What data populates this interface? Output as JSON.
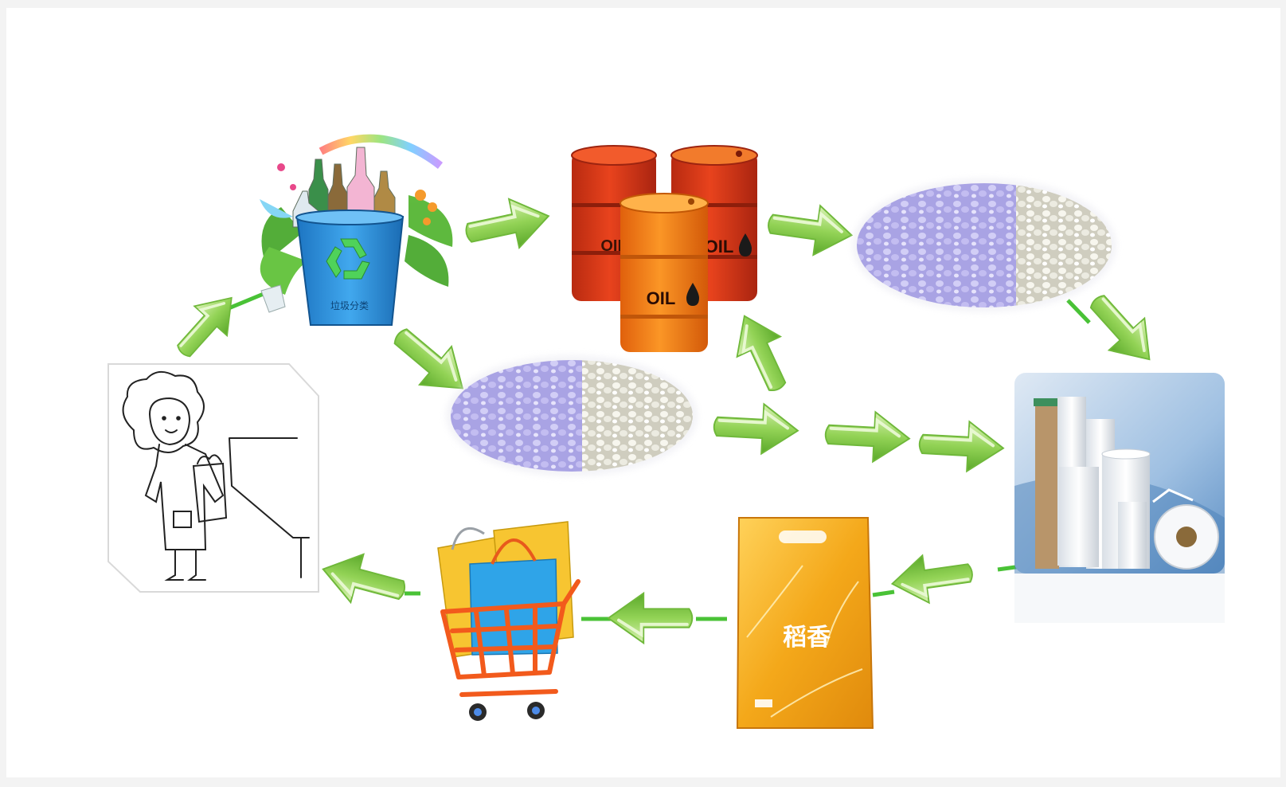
{
  "colors": {
    "background": "#ffffff",
    "page_border": "#f3f3f3",
    "arrow_light": "#c9eb9a",
    "arrow_mid": "#8ccf4f",
    "arrow_dark": "#5aa82a",
    "connector": "#49c236",
    "recycle_bin": "#2d8fd6",
    "barrel_red": "#d63a1a",
    "barrel_orange": "#f07a12",
    "pellet_purple": "#b9b4ea",
    "pellet_white": "#efeee6",
    "bag_gold": "#f6b21e",
    "cart_orange": "#f25a1c",
    "shopping_blue": "#2fa4e8",
    "shopping_yellow": "#f7c531"
  },
  "nodes": {
    "consumer": {
      "icon": "shopper-sketch-icon"
    },
    "recycle_bin": {
      "icon": "recycle-icon",
      "label": "垃圾分类"
    },
    "oil_barrels": {
      "icon": "oil-drop-icon",
      "labels": [
        "OIL",
        "OIL",
        "OIL"
      ]
    },
    "pellets_top": {
      "icon": "plastic-pellets-icon"
    },
    "pellets_mid": {
      "icon": "plastic-pellets-icon"
    },
    "film_rolls": {
      "icon": "film-roll-icon"
    },
    "rice_bag": {
      "icon": "rice-bag-icon",
      "label": "稻香"
    },
    "shopping_cart": {
      "icon": "shopping-cart-icon"
    }
  }
}
